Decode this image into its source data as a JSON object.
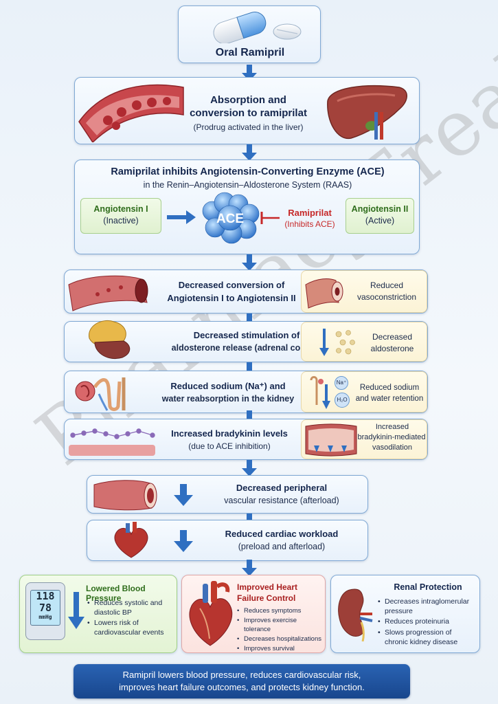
{
  "watermark": "PharmacyFreak",
  "step1": {
    "title": "Oral Ramipril"
  },
  "step2": {
    "title_line1": "Absorption and",
    "title_line2": "conversion to ramiprilat",
    "note": "(Prodrug activated in the liver)"
  },
  "step3": {
    "title": "Ramiprilat inhibits Angiotensin-Converting Enzyme (ACE)",
    "subtitle": "in the Renin–Angiotensin–Aldosterone System (RAAS)",
    "ang1_label": "Angiotensin I",
    "ang1_state": "(Inactive)",
    "ace_label": "ACE",
    "inhibitor_label": "Ramiprilat",
    "inhibitor_note": "(Inhibits ACE)",
    "ang2_label": "Angiotensin II",
    "ang2_state": "(Active)"
  },
  "step4": {
    "line1": "Decreased conversion of",
    "line2": "Angiotensin I to Angiotensin II",
    "side_line1": "Reduced",
    "side_line2": "vasoconstriction"
  },
  "step5": {
    "line1": "Decreased stimulation of",
    "line2": "aldosterone release (adrenal cortex)",
    "side_line1": "Decreased",
    "side_line2": "aldosterone"
  },
  "step6": {
    "line1": "Reduced sodium (Na⁺) and",
    "line2": "water reabsorption in the kidney",
    "side_line1": "Reduced sodium",
    "side_line2": "and water retention",
    "na_label": "Na⁺",
    "h2o_label": "H₂O"
  },
  "step7": {
    "line1": "Increased bradykinin levels",
    "line2": "(due to ACE inhibition)",
    "side_line1": "Increased",
    "side_line2": "bradykinin-mediated",
    "side_line3": "vasodilation"
  },
  "step8": {
    "line1": "Decreased peripheral",
    "line2": "vascular resistance (afterload)"
  },
  "step9": {
    "line1": "Reduced cardiac workload",
    "line2": "(preload and afterload)"
  },
  "outcomes": {
    "bp": {
      "title": "Lowered Blood Pressure",
      "items": [
        "Reduces systolic and diastolic BP",
        "Lowers risk of cardiovascular events"
      ],
      "monitor_sys": "118",
      "monitor_dia": "78",
      "monitor_unit": "mmHg"
    },
    "hf": {
      "title_line1": "Improved Heart",
      "title_line2": "Failure Control",
      "items": [
        "Reduces symptoms",
        "Improves exercise tolerance",
        "Decreases hospitalizations",
        "Improves survival"
      ]
    },
    "renal": {
      "title": "Renal Protection",
      "items": [
        "Decreases intraglomerular pressure",
        "Reduces proteinuria",
        "Slows progression of chronic kidney disease"
      ]
    }
  },
  "summary": {
    "line1": "Ramipril lowers blood pressure, reduces cardiovascular risk,",
    "line2": "improves heart failure outcomes, and protects kidney function."
  }
}
